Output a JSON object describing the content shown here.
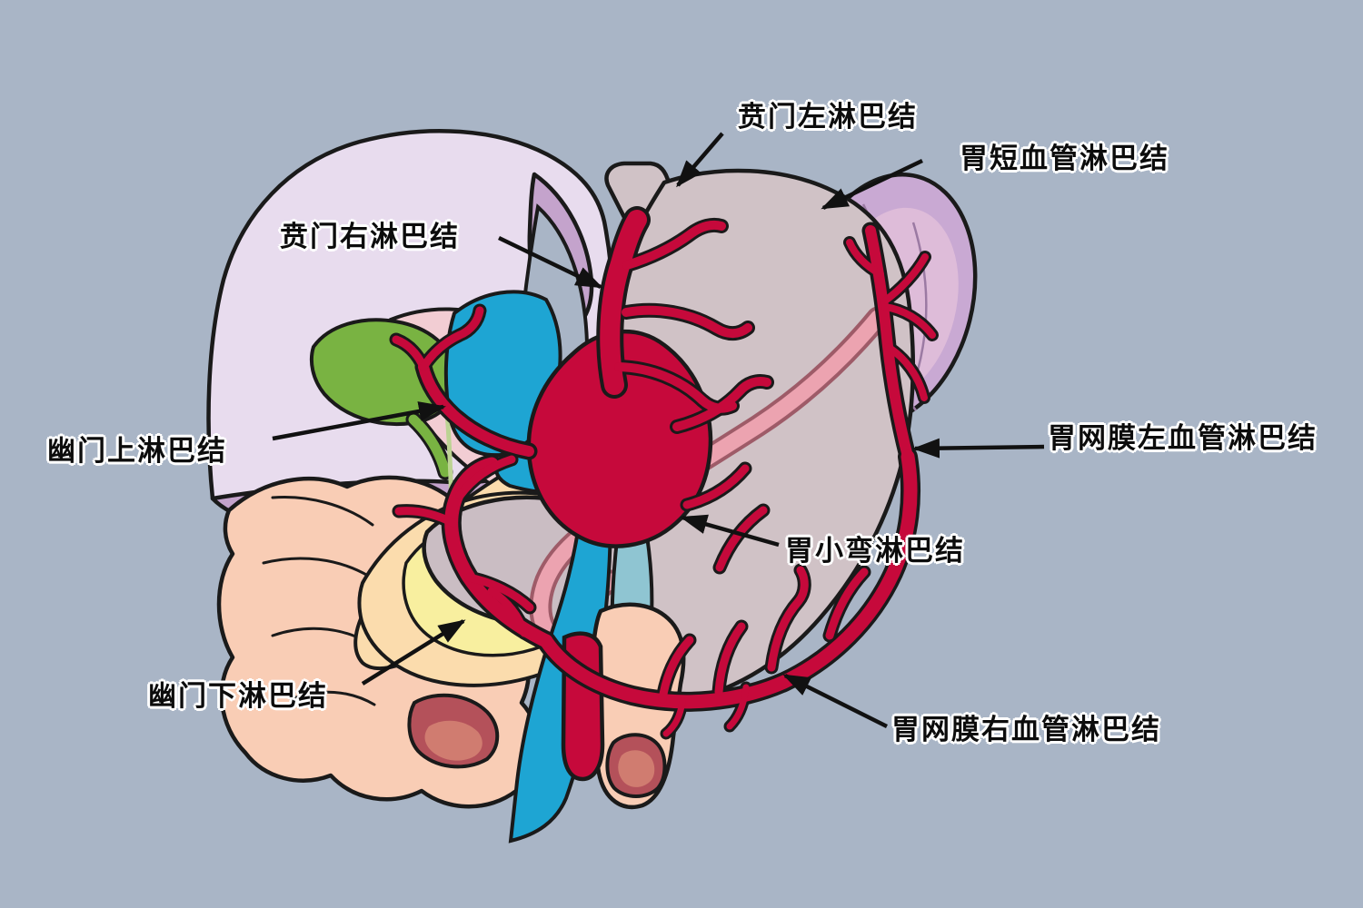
{
  "labels": [
    {
      "id": "left-cardiac",
      "text": "贲门左淋巴结"
    },
    {
      "id": "short-gastric-vessels",
      "text": "胃短血管淋巴结"
    },
    {
      "id": "right-cardiac",
      "text": "贲门右淋巴结"
    },
    {
      "id": "suprapyloric",
      "text": "幽门上淋巴结"
    },
    {
      "id": "left-gastroepiploic-vessels",
      "text": "胃网膜左血管淋巴结"
    },
    {
      "id": "lesser-curvature",
      "text": "胃小弯淋巴结"
    },
    {
      "id": "subpyloric",
      "text": "幽门下淋巴结"
    },
    {
      "id": "right-gastroepiploic-vessels",
      "text": "胃网膜右血管淋巴结"
    }
  ],
  "palette": {
    "background": "#a9b5c6",
    "liver_light": "#e8dcee",
    "liver_dark": "#c4a3cc",
    "spleen": "#c9a9d3",
    "spleen_inner": "#debcd9",
    "stomach": "#d0c2c6",
    "gastrosplenic_ligament": "#eec3cd",
    "pancreas": "#fbdcad",
    "pancreas_head": "#f8ef9f",
    "duodenum": "#f9cdb5",
    "bowel_lumen": "#b4515a",
    "artery": "#c6093b",
    "vein": "#1ea5d3",
    "vein_light": "#8fc5d2",
    "splenic_vessel_pink": "#eca3b0",
    "gallbladder": "#79b342",
    "porta_tissue": "#f2cdd3",
    "outline": "#1a1a1a",
    "label_text": "#0c0c0c",
    "label_halo": "#ffffff"
  }
}
